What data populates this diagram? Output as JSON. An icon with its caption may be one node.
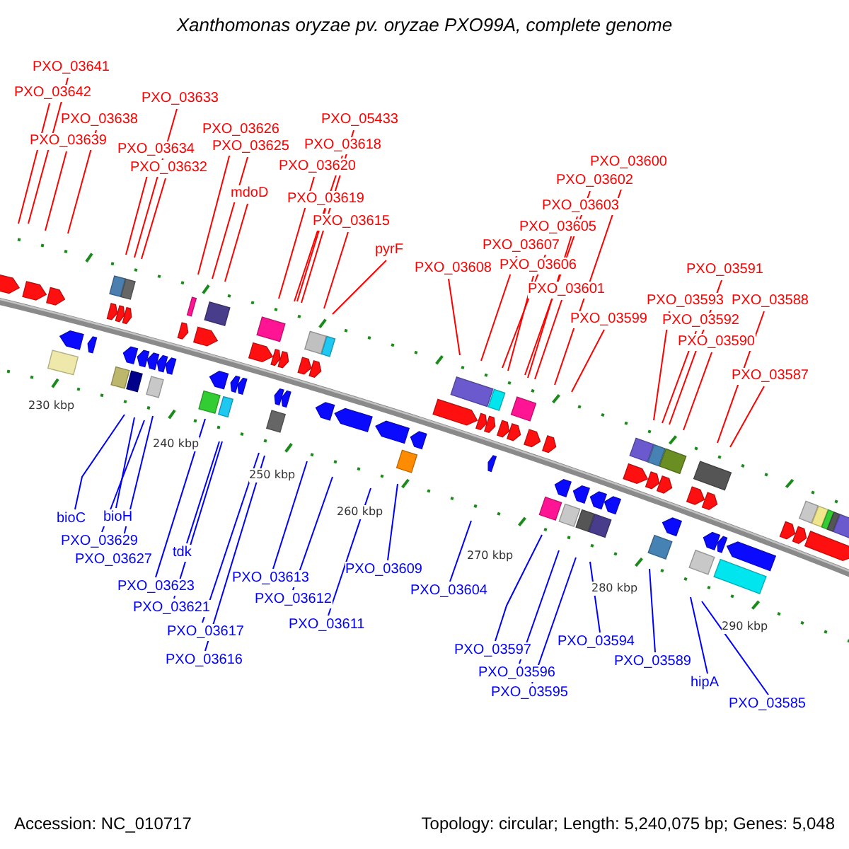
{
  "diagram": {
    "title": "Xanthomonas oryzae pv. oryzae PXO99A, complete genome",
    "nodes": [
      {
        "text": [
          "PXO_03641"
        ]
      },
      {
        "text": [
          "PXO_03642"
        ]
      },
      {
        "text": [
          "PXO_03638"
        ]
      },
      {
        "text": [
          "PXO_03639"
        ]
      },
      {
        "text": [
          "PXO_03633"
        ]
      },
      {
        "text": [
          "PXO_03634"
        ]
      },
      {
        "text": [
          "PXO_03632"
        ]
      },
      {
        "text": [
          "PXO_03626"
        ]
      },
      {
        "text": [
          "PXO_03625"
        ]
      },
      {
        "text": [
          "mdoD"
        ]
      },
      {
        "text": [
          "PXO_05433"
        ]
      },
      {
        "text": [
          "PXO_03618"
        ]
      },
      {
        "text": [
          "PXO_03620"
        ]
      },
      {
        "text": [
          "PXO_03619"
        ]
      },
      {
        "text": [
          "PXO_03615"
        ]
      },
      {
        "text": [
          "pyrF"
        ]
      },
      {
        "text": [
          "PXO_03608"
        ]
      },
      {
        "text": [
          "PXO_03600"
        ]
      },
      {
        "text": [
          "PXO_03602"
        ]
      },
      {
        "text": [
          "PXO_03603"
        ]
      },
      {
        "text": [
          "PXO_03605"
        ]
      },
      {
        "text": [
          "PXO_03607"
        ]
      },
      {
        "text": [
          "PXO_03606"
        ]
      },
      {
        "text": [
          "PXO_03601"
        ]
      },
      {
        "text": [
          "PXO_03599"
        ]
      },
      {
        "text": [
          "PXO_03591"
        ]
      },
      {
        "text": [
          "PXO_03593"
        ]
      },
      {
        "text": [
          "PXO_03588"
        ]
      },
      {
        "text": [
          "PXO_03592"
        ]
      },
      {
        "text": [
          "PXO_03590"
        ]
      },
      {
        "text": [
          "PXO_03587"
        ]
      },
      {
        "text": [
          "bioC"
        ]
      },
      {
        "text": [
          "bioH"
        ]
      },
      {
        "text": [
          "PXO_03629"
        ]
      },
      {
        "text": [
          "PXO_03627"
        ]
      },
      {
        "text": [
          "tdk"
        ]
      },
      {
        "text": [
          "PXO_03623"
        ]
      },
      {
        "text": [
          "PXO_03621"
        ]
      },
      {
        "text": [
          "PXO_03617"
        ]
      },
      {
        "text": [
          "PXO_03616"
        ]
      },
      {
        "text": [
          "PXO_03613"
        ]
      },
      {
        "text": [
          "PXO_03612"
        ]
      },
      {
        "text": [
          "PXO_03611"
        ]
      },
      {
        "text": [
          "PXO_03609"
        ]
      },
      {
        "text": [
          "PXO_03604"
        ]
      },
      {
        "text": [
          "PXO_03597"
        ]
      },
      {
        "text": [
          "PXO_03596"
        ]
      },
      {
        "text": [
          "PXO_03595"
        ]
      },
      {
        "text": [
          "PXO_03594"
        ]
      },
      {
        "text": [
          "PXO_03589"
        ]
      },
      {
        "text": [
          "hipA"
        ]
      },
      {
        "text": [
          "PXO_03585"
        ]
      }
    ],
    "edges": [
      {
        "from": 0,
        "to": null,
        "arrow": "none"
      },
      {
        "from": 1,
        "to": null,
        "arrow": "none"
      },
      {
        "from": 2,
        "to": null,
        "arrow": "none"
      },
      {
        "from": 3,
        "to": null,
        "arrow": "none"
      },
      {
        "from": 4,
        "to": null,
        "arrow": "none"
      },
      {
        "from": 5,
        "to": null,
        "arrow": "none"
      },
      {
        "from": 6,
        "to": null,
        "arrow": "none"
      },
      {
        "from": 7,
        "to": null,
        "arrow": "none"
      },
      {
        "from": 8,
        "to": null,
        "arrow": "none"
      },
      {
        "from": 9,
        "to": null,
        "arrow": "none"
      },
      {
        "from": 10,
        "to": null,
        "arrow": "none"
      },
      {
        "from": 11,
        "to": null,
        "arrow": "none"
      },
      {
        "from": 12,
        "to": null,
        "arrow": "none"
      },
      {
        "from": 13,
        "to": null,
        "arrow": "none"
      },
      {
        "from": 14,
        "to": null,
        "arrow": "none"
      },
      {
        "from": 15,
        "to": null,
        "arrow": "none"
      },
      {
        "from": 16,
        "to": null,
        "arrow": "none"
      },
      {
        "from": 17,
        "to": null,
        "arrow": "none"
      },
      {
        "from": 18,
        "to": null,
        "arrow": "none"
      },
      {
        "from": 19,
        "to": null,
        "arrow": "none"
      },
      {
        "from": 20,
        "to": null,
        "arrow": "none"
      },
      {
        "from": 21,
        "to": null,
        "arrow": "none"
      },
      {
        "from": 22,
        "to": null,
        "arrow": "none"
      },
      {
        "from": 23,
        "to": null,
        "arrow": "none"
      },
      {
        "from": 24,
        "to": null,
        "arrow": "none"
      },
      {
        "from": 25,
        "to": null,
        "arrow": "none"
      },
      {
        "from": 26,
        "to": null,
        "arrow": "none"
      },
      {
        "from": 27,
        "to": null,
        "arrow": "none"
      },
      {
        "from": 28,
        "to": null,
        "arrow": "none"
      },
      {
        "from": 29,
        "to": null,
        "arrow": "none"
      },
      {
        "from": 30,
        "to": null,
        "arrow": "none"
      },
      {
        "from": 31,
        "to": null,
        "arrow": "none",
        "color": "#0000ff"
      },
      {
        "from": 32,
        "to": null,
        "arrow": "none",
        "color": "#0000ff"
      },
      {
        "from": 33,
        "to": null,
        "arrow": "none",
        "color": "#0000ff"
      },
      {
        "from": 34,
        "to": null,
        "arrow": "none",
        "color": "#0000ff"
      },
      {
        "from": 35,
        "to": null,
        "arrow": "none",
        "color": "#0000ff"
      },
      {
        "from": 36,
        "to": null,
        "arrow": "none",
        "color": "#0000ff"
      },
      {
        "from": 37,
        "to": null,
        "arrow": "none",
        "color": "#0000ff"
      },
      {
        "from": 38,
        "to": null,
        "arrow": "none",
        "color": "#0000ff"
      },
      {
        "from": 39,
        "to": null,
        "arrow": "none",
        "color": "#0000ff"
      },
      {
        "from": 40,
        "to": null,
        "arrow": "none",
        "color": "#0000ff"
      },
      {
        "from": 41,
        "to": null,
        "arrow": "none",
        "color": "#0000ff"
      },
      {
        "from": 42,
        "to": null,
        "arrow": "none",
        "color": "#0000ff"
      },
      {
        "from": 43,
        "to": null,
        "arrow": "none",
        "color": "#0000ff"
      },
      {
        "from": 44,
        "to": null,
        "arrow": "none",
        "color": "#0000ff"
      },
      {
        "from": 45,
        "to": null,
        "arrow": "none",
        "color": "#0000ff"
      },
      {
        "from": 46,
        "to": null,
        "arrow": "none",
        "color": "#0000ff"
      },
      {
        "from": 47,
        "to": null,
        "arrow": "none",
        "color": "#0000ff"
      },
      {
        "from": 48,
        "to": null,
        "arrow": "none",
        "color": "#0000ff"
      },
      {
        "from": 49,
        "to": null,
        "arrow": "none",
        "color": "#0000ff"
      },
      {
        "from": 50,
        "to": null,
        "arrow": "none",
        "color": "#0000ff"
      },
      {
        "from": 51,
        "to": null,
        "arrow": "none",
        "color": "#0000ff"
      }
    ],
    "labels": [
      "230 kbp",
      "240 kbp",
      "250 kbp",
      "260 kbp",
      "270 kbp",
      "280 kbp",
      "290 kbp",
      "Accession: NC_010717",
      "Topology: circular; Length: 5,240,075 bp; Genes: 5,048"
    ]
  }
}
